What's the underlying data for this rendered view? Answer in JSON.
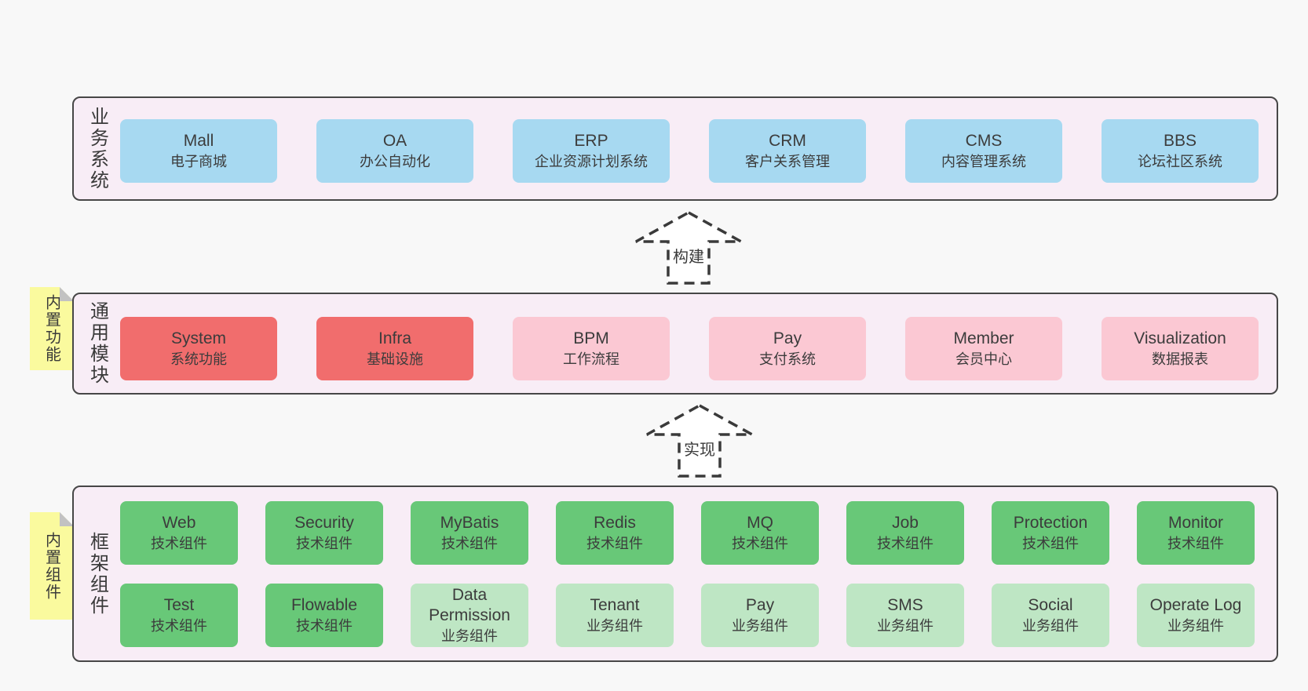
{
  "arrows": {
    "build": "构建",
    "implement": "实现"
  },
  "sections": {
    "business": {
      "label": "业务系统",
      "boxes": [
        {
          "title": "Mall",
          "subtitle": "电子商城"
        },
        {
          "title": "OA",
          "subtitle": "办公自动化"
        },
        {
          "title": "ERP",
          "subtitle": "企业资源计划系统"
        },
        {
          "title": "CRM",
          "subtitle": "客户关系管理"
        },
        {
          "title": "CMS",
          "subtitle": "内容管理系统"
        },
        {
          "title": "BBS",
          "subtitle": "论坛社区系统"
        }
      ]
    },
    "modules": {
      "label": "通用模块",
      "sticky": "内置功能",
      "boxes": [
        {
          "title": "System",
          "subtitle": "系统功能",
          "variant": "red"
        },
        {
          "title": "Infra",
          "subtitle": "基础设施",
          "variant": "red"
        },
        {
          "title": "BPM",
          "subtitle": "工作流程",
          "variant": "pink"
        },
        {
          "title": "Pay",
          "subtitle": "支付系统",
          "variant": "pink"
        },
        {
          "title": "Member",
          "subtitle": "会员中心",
          "variant": "pink"
        },
        {
          "title": "Visualization",
          "subtitle": "数据报表",
          "variant": "pink"
        }
      ]
    },
    "framework": {
      "label": "框架组件",
      "sticky": "内置组件",
      "row1": [
        {
          "title": "Web",
          "subtitle": "技术组件",
          "variant": "green"
        },
        {
          "title": "Security",
          "subtitle": "技术组件",
          "variant": "green"
        },
        {
          "title": "MyBatis",
          "subtitle": "技术组件",
          "variant": "green"
        },
        {
          "title": "Redis",
          "subtitle": "技术组件",
          "variant": "green"
        },
        {
          "title": "MQ",
          "subtitle": "技术组件",
          "variant": "green"
        },
        {
          "title": "Job",
          "subtitle": "技术组件",
          "variant": "green"
        },
        {
          "title": "Protection",
          "subtitle": "技术组件",
          "variant": "green"
        },
        {
          "title": "Monitor",
          "subtitle": "技术组件",
          "variant": "green"
        }
      ],
      "row2": [
        {
          "title": "Test",
          "subtitle": "技术组件",
          "variant": "green"
        },
        {
          "title": "Flowable",
          "subtitle": "技术组件",
          "variant": "green"
        },
        {
          "title": "Data Permission",
          "subtitle": "业务组件",
          "variant": "lightgreen"
        },
        {
          "title": "Tenant",
          "subtitle": "业务组件",
          "variant": "lightgreen"
        },
        {
          "title": "Pay",
          "subtitle": "业务组件",
          "variant": "lightgreen"
        },
        {
          "title": "SMS",
          "subtitle": "业务组件",
          "variant": "lightgreen"
        },
        {
          "title": "Social",
          "subtitle": "业务组件",
          "variant": "lightgreen"
        },
        {
          "title": "Operate Log",
          "subtitle": "业务组件",
          "variant": "lightgreen"
        }
      ]
    }
  },
  "colors": {
    "page_bg": "#f8f8f8",
    "panel_bg": "#f8edf6",
    "panel_border": "#474747",
    "blue": "#a7d9f1",
    "red": "#f16d6d",
    "pink": "#fbc8d3",
    "green": "#68c878",
    "light_green": "#bee6c4",
    "sticky_yellow": "#fafa9e",
    "fold_gray": "#c2c2c2",
    "text": "#3c3c3c"
  }
}
